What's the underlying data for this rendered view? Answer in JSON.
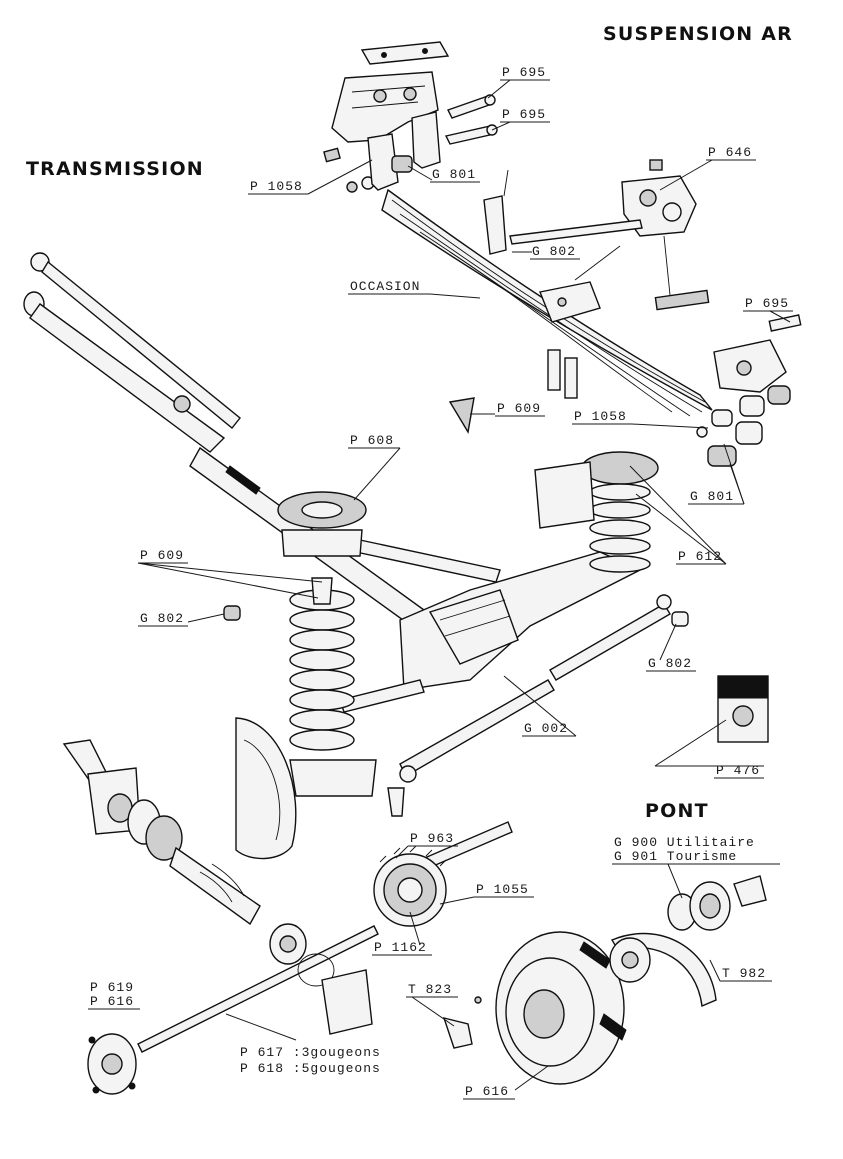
{
  "titles": {
    "suspension": "SUSPENSION AR",
    "transmission": "TRANSMISSION",
    "pont": "PONT"
  },
  "labels": {
    "p695_a": "P 695",
    "p695_b": "P 695",
    "p646": "P 646",
    "p1058_a": "P 1058",
    "g801_a": "G 801",
    "g802_a": "G 802",
    "occasion": "OCCASION",
    "p695_c": "P 695",
    "p609_a": "P 609",
    "p1058_b": "P 1058",
    "p608": "P 608",
    "g801_b": "G 801",
    "p612": "P 612",
    "p609_b": "P 609",
    "g802_b": "G 802",
    "g802_c": "G 802",
    "g002": "G 002",
    "p476": "P 476",
    "p963": "P 963",
    "g900": "G 900 Utilitaire",
    "g901": "G 901 Tourisme",
    "p1055": "P 1055",
    "p1162": "P 1162",
    "t982": "T 982",
    "p619": "P 619",
    "p616_a": "P 616",
    "t823": "T 823",
    "p617": "P 617  :3gougeons",
    "p618": "P 618  :5gougeons",
    "p616_b": "P 616"
  }
}
